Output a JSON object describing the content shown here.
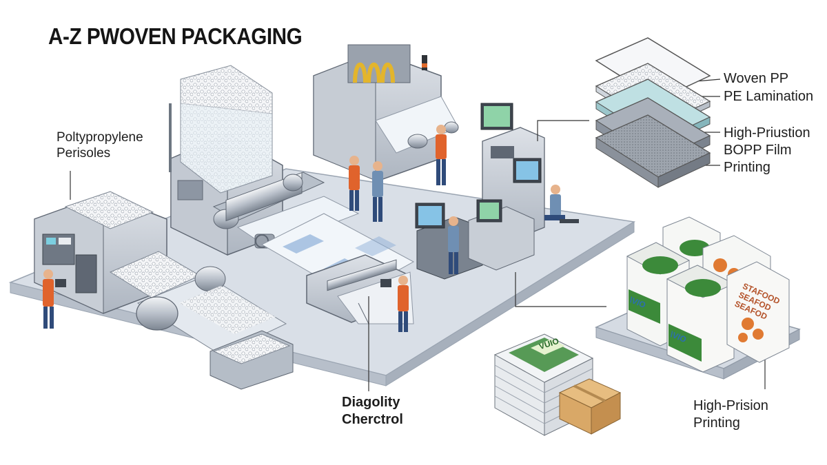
{
  "title": "A-Z PWOVEN PACKAGING",
  "labels": {
    "raw_material": [
      "Poltypropylene",
      "Perisoles"
    ],
    "quality": [
      "Diagolity",
      "Cherctrol"
    ],
    "printing": [
      "High-Prision",
      "Printing"
    ]
  },
  "layers": [
    "Woven PP",
    "PE Lamination",
    "High-Priustion",
    "BOPP Film",
    "Printing"
  ],
  "bag_prints": {
    "bag_brand": "\\VIO",
    "bag_side": [
      "STAFOOD",
      "SEAFOD",
      "SEAFOD"
    ],
    "stack_brand": "VUIO"
  },
  "colors": {
    "floor": "#d7dde5",
    "floor_edge": "#b4bcc8",
    "machine": "#c9ced6",
    "machine_dark": "#8d96a3",
    "worker_vest": "#e0632c",
    "bag_green": "#3c8a3a",
    "bag_orange": "#e07a32",
    "box": "#d9a867"
  }
}
